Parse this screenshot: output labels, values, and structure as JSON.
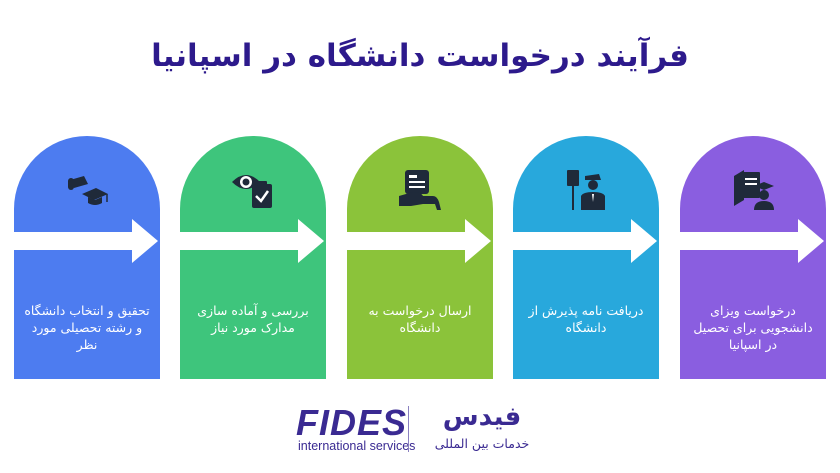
{
  "title": "فرآیند درخواست دانشگاه در اسپانیا",
  "steps": [
    {
      "text": "تحقیق و انتخاب دانشگاه و رشته تحصیلی مورد نظر",
      "color": "#4d7cf0",
      "icon": "graduation-cap-scroll-icon"
    },
    {
      "text": "بررسی و آماده سازی مدارک مورد نیاز",
      "color": "#3ec57c",
      "icon": "eye-document-check-icon"
    },
    {
      "text": "ارسال درخواست به دانشگاه",
      "color": "#8bc33a",
      "icon": "hand-card-submit-icon"
    },
    {
      "text": "دریافت نامه پذیرش از دانشگاه",
      "color": "#28a8dc",
      "icon": "officer-letter-icon"
    },
    {
      "text": "درخواست ویزای دانشجویی برای تحصیل در اسپانیا",
      "color": "#8a5ee0",
      "icon": "visa-document-student-icon"
    }
  ],
  "brand": {
    "logo_text": "FIDES",
    "logo_sub": "international services",
    "fa_name": "فیدس",
    "fa_sub": "خدمات بین المللی",
    "color": "#3a2a92"
  }
}
